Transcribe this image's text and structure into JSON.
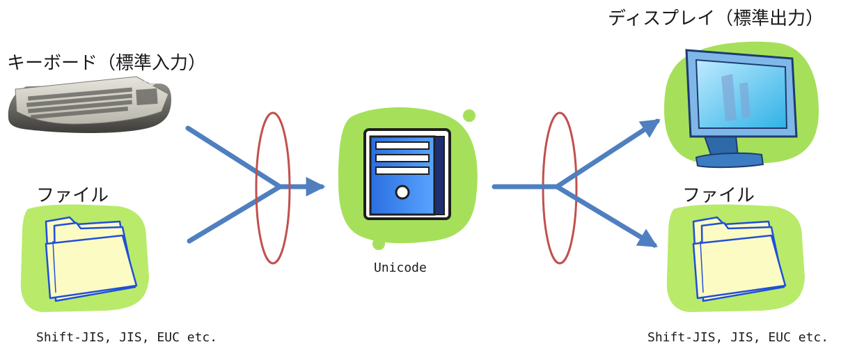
{
  "labels": {
    "keyboard": "キーボード（標準入力）",
    "input_file": "ファイル",
    "display": "ディスプレイ（標準出力）",
    "output_file": "ファイル",
    "center": "Unicode",
    "encodings_left": "Shift-JIS, JIS, EUC etc.",
    "encodings_right": "Shift-JIS, JIS, EUC etc."
  },
  "colors": {
    "arrow": "#4f7fbf",
    "ellipse": "#c0504d",
    "accent_green": "#a6e05a",
    "blob_green": "#b9ea6a",
    "folder_fill": "#fdfbc4",
    "folder_outline": "#1f4fd8",
    "monitor_screen": "#5fc6ef",
    "server_blue": "#2e7cf0"
  },
  "icons": {
    "keyboard": "keyboard-icon",
    "input_file": "folder-icon",
    "display": "monitor-icon",
    "output_file": "folder-icon",
    "center": "server-icon"
  }
}
